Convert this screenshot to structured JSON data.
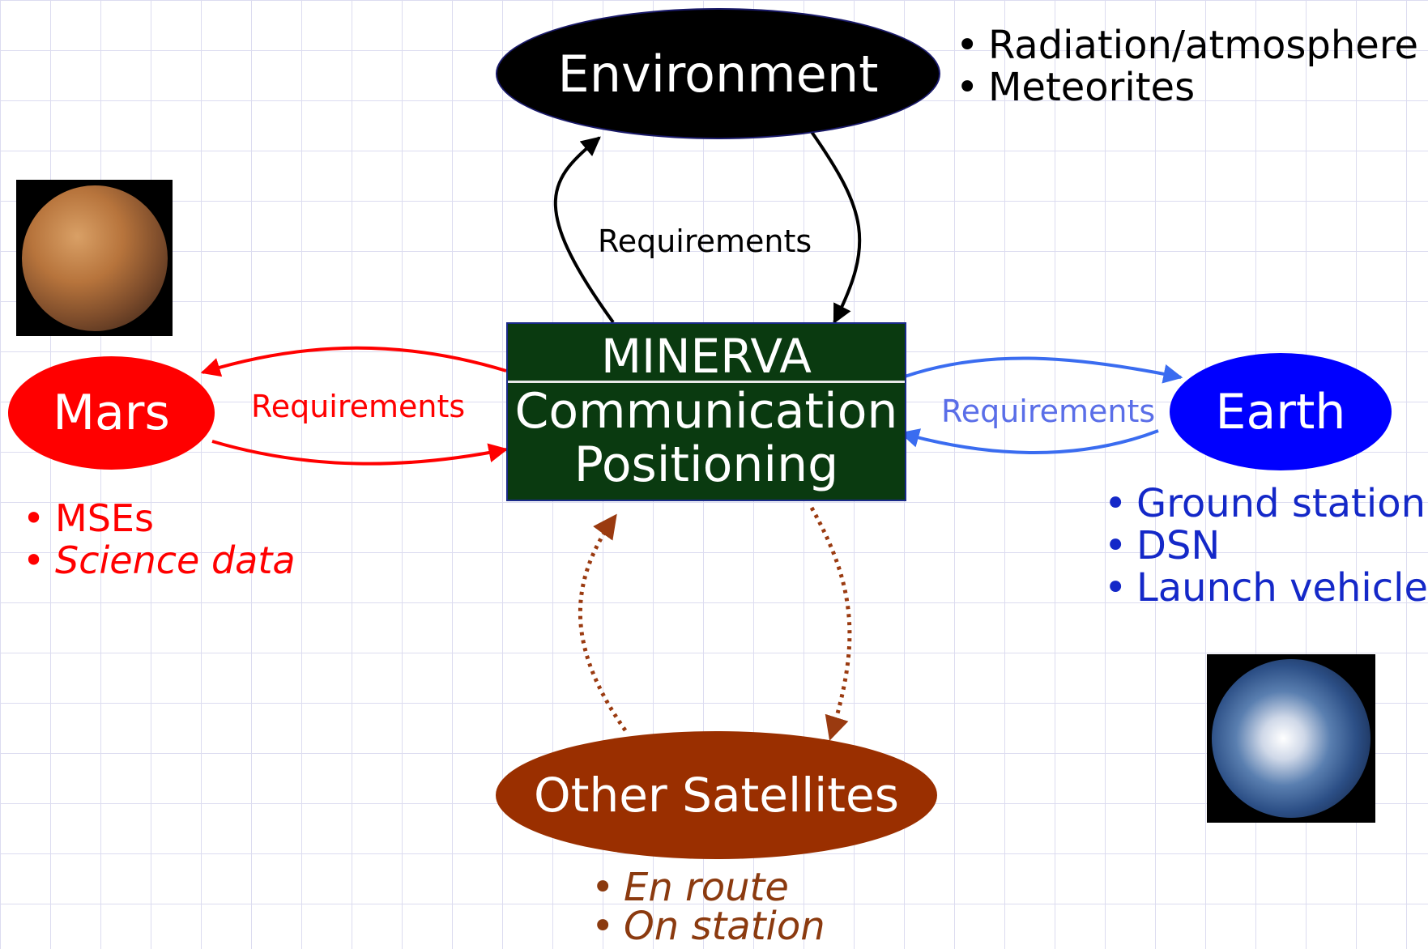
{
  "colors": {
    "mars": "#ff0000",
    "earth": "#0000ff",
    "earth_arrow": "#3a6cf0",
    "earth_label": "#5a6ee8",
    "bullets_earth": "#1428c8",
    "satellites": "#9a2f00",
    "satellites_text": "#8b3a0f",
    "center_fill": "#0a3a10",
    "environment_fill": "#000000"
  },
  "environment": {
    "title": "Environment",
    "bullets": [
      "Radiation/atmosphere",
      "Meteorites"
    ]
  },
  "center": {
    "line1": "MINERVA",
    "line2": "Communication",
    "line3": "Positioning"
  },
  "mars": {
    "title": "Mars",
    "bullets": [
      "MSEs",
      "Science data"
    ]
  },
  "earth": {
    "title": "Earth",
    "bullets": [
      "Ground station",
      "DSN",
      "Launch vehicle"
    ]
  },
  "satellites": {
    "title": "Other Satellites",
    "bullets": [
      "En route",
      "On station"
    ]
  },
  "edge_labels": {
    "environment": "Requirements",
    "mars": "Requirements",
    "earth": "Requirements"
  },
  "images": {
    "mars_photo": "mars-photo",
    "earth_photo": "earth-photo"
  }
}
